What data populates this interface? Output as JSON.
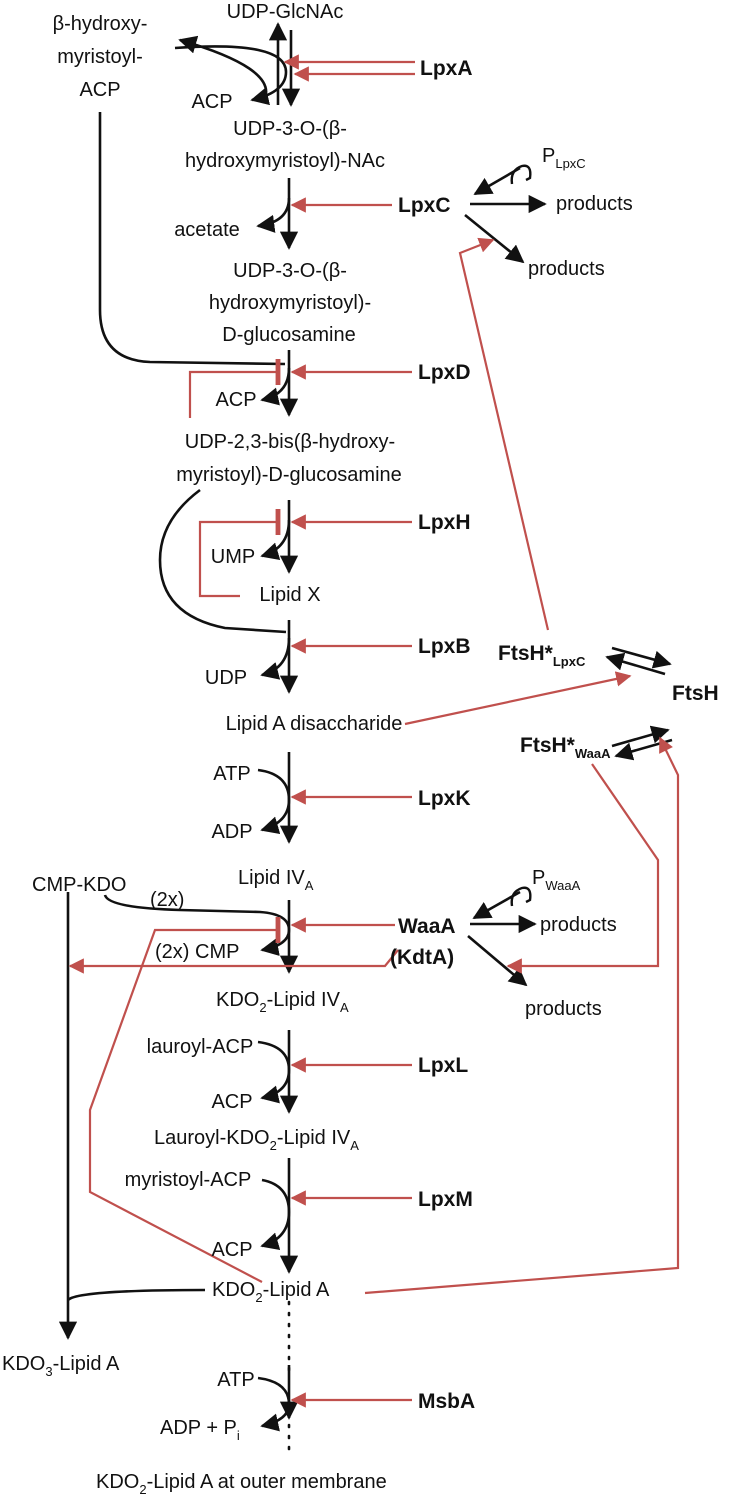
{
  "colors": {
    "pathway": "#111111",
    "regulation": "#c0504d",
    "background": "#ffffff"
  },
  "metabolites": {
    "udp_glcnac": "UDP-GlcNAc",
    "hydroxymyristoyl_acp_1": "β-hydroxy-",
    "hydroxymyristoyl_acp_2": "myristoyl-",
    "hydroxymyristoyl_acp_3": "ACP",
    "acp_a": "ACP",
    "udp3o_nac_1": "UDP-3-O-(β-",
    "udp3o_nac_2": "hydroxymyristoyl)-NAc",
    "acetate": "acetate",
    "udp3o_glc_1": "UDP-3-O-(β-",
    "udp3o_glc_2": "hydroxymyristoyl)-",
    "udp3o_glc_3": "D-glucosamine",
    "acp_d": "ACP",
    "udp23_1": "UDP-2,3-bis(β-hydroxy-",
    "udp23_2": "myristoyl)-D-glucosamine",
    "ump": "UMP",
    "lipid_x": "Lipid X",
    "udp": "UDP",
    "lipid_a_disaccharide": "Lipid A disaccharide",
    "atp_k": "ATP",
    "adp_k": "ADP",
    "lipid_iva": "Lipid IV",
    "lipid_iva_sub": "A",
    "cmp_kdo": "CMP-KDO",
    "two_x_top": "(2x)",
    "two_x_cmp": "(2x) CMP",
    "kdo2_iva_a": "KDO",
    "kdo2_iva_sub": "2",
    "kdo2_iva_b": "-Lipid IV",
    "kdo2_iva_sub2": "A",
    "lauroyl_acp": "lauroyl-ACP",
    "acp_l": "ACP",
    "lauroyl_kdo2_a": "Lauroyl-KDO",
    "lauroyl_kdo2_sub": "2",
    "lauroyl_kdo2_b": "-Lipid IV",
    "lauroyl_kdo2_sub2": "A",
    "myristoyl_acp": "myristoyl-ACP",
    "acp_m": "ACP",
    "kdo2_lipid_a_a": "KDO",
    "kdo2_lipid_a_sub": "2",
    "kdo2_lipid_a_b": "-Lipid A",
    "kdo3_lipid_a_a": "KDO",
    "kdo3_lipid_a_sub": "3",
    "kdo3_lipid_a_b": "-Lipid A",
    "atp_msba": "ATP",
    "adp_pi_a": "ADP + P",
    "adp_pi_sub": "i",
    "outer_a": "KDO",
    "outer_sub": "2",
    "outer_b": "-Lipid A at outer membrane"
  },
  "enzymes": {
    "lpxa": "LpxA",
    "lpxc": "LpxC",
    "lpxd": "LpxD",
    "lpxh": "LpxH",
    "lpxb": "LpxB",
    "lpxk": "LpxK",
    "waaa": "WaaA",
    "kdta": "(KdtA)",
    "lpxl": "LpxL",
    "lpxm": "LpxM",
    "msba": "MsbA"
  },
  "regulation": {
    "p_lpxc": "P",
    "p_lpxc_sub": "LpxC",
    "p_waaa": "P",
    "p_waaa_sub": "WaaA",
    "products_lpxc_1": "products",
    "products_lpxc_2": "products",
    "products_waaa_1": "products",
    "products_waaa_2": "products",
    "ftsh": "FtsH",
    "ftsh_lpxc": "FtsH*",
    "ftsh_lpxc_sub": "LpxC",
    "ftsh_waaa": "FtsH*",
    "ftsh_waaa_sub": "WaaA"
  }
}
